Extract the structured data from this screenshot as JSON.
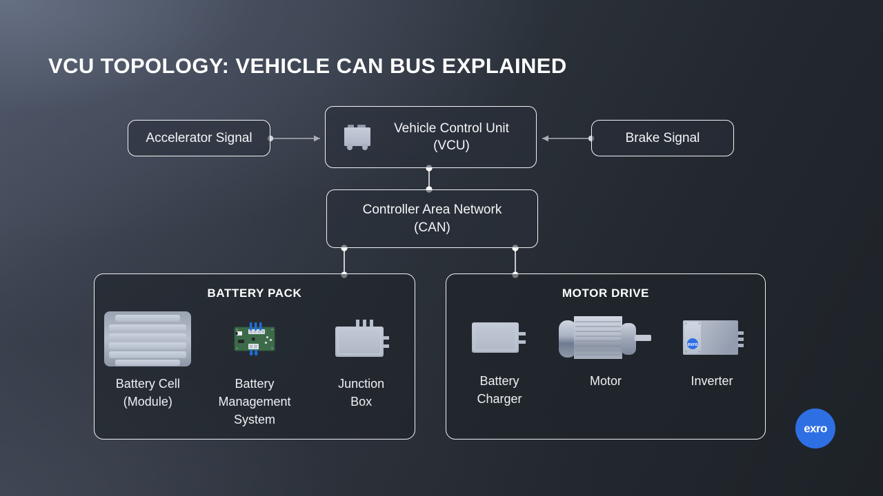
{
  "slide": {
    "title": "VCU TOPOLOGY: VEHICLE CAN BUS EXPLAINED",
    "background_top_left": "#4e5668",
    "background_bottom_right": "#1e2329",
    "accent": "#2f6fe4",
    "line_color": "#f2f4f7",
    "text_color": "#f4f6f8"
  },
  "nodes": {
    "accelerator": {
      "label": "Accelerator Signal"
    },
    "brake": {
      "label": "Brake Signal"
    },
    "vcu": {
      "label": "Vehicle Control Unit\n(VCU)",
      "line1": "Vehicle Control Unit",
      "line2": "(VCU)",
      "icon": "control-unit-icon"
    },
    "can": {
      "label": "Controller Area Network\n(CAN)",
      "line1": "Controller Area Network",
      "line2": "(CAN)"
    }
  },
  "groups": [
    {
      "id": "battery-pack",
      "title": "BATTERY PACK",
      "items": [
        {
          "id": "battery-cell",
          "caption": "Battery Cell\n(Module)",
          "line1": "Battery Cell",
          "line2": "(Module)",
          "icon": "battery-module-icon"
        },
        {
          "id": "bms",
          "caption": "Battery\nManagement\nSystem",
          "line1": "Battery",
          "line2": "Management",
          "line3": "System",
          "icon": "circuit-board-icon"
        },
        {
          "id": "junction-box",
          "caption": "Junction\nBox",
          "line1": "Junction",
          "line2": "Box",
          "icon": "junction-box-icon"
        }
      ]
    },
    {
      "id": "motor-drive",
      "title": "MOTOR DRIVE",
      "items": [
        {
          "id": "battery-charger",
          "caption": "Battery\nCharger",
          "line1": "Battery",
          "line2": "Charger",
          "icon": "battery-charger-icon"
        },
        {
          "id": "motor",
          "caption": "Motor",
          "line1": "Motor",
          "line2": "",
          "icon": "electric-motor-icon"
        },
        {
          "id": "inverter",
          "caption": "Inverter",
          "line1": "Inverter",
          "line2": "",
          "icon": "inverter-icon"
        }
      ]
    }
  ],
  "connections": [
    {
      "from": "accelerator",
      "to": "vcu",
      "arrow": "to-vcu"
    },
    {
      "from": "brake",
      "to": "vcu",
      "arrow": "to-vcu"
    },
    {
      "from": "vcu",
      "to": "can",
      "arrow": "none"
    },
    {
      "from": "can",
      "to": "battery-pack",
      "arrow": "none"
    },
    {
      "from": "can",
      "to": "motor-drive",
      "arrow": "none"
    }
  ],
  "brand": {
    "name": "exro",
    "logo": "exro-logo"
  }
}
